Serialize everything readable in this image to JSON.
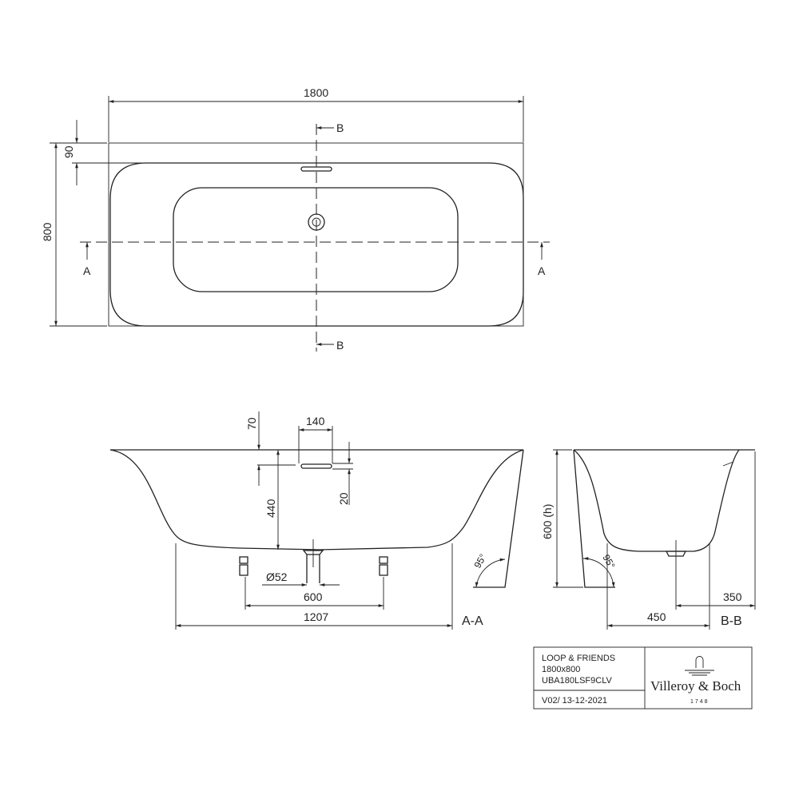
{
  "top_view": {
    "width_dim": "1800",
    "depth_dim": "800",
    "rim_dim": "90",
    "section_a": "A",
    "section_b": "B"
  },
  "section_aa": {
    "label": "A-A",
    "dim_70": "70",
    "dim_140": "140",
    "dim_20": "20",
    "dim_440": "440",
    "dim_drain": "Ø52",
    "dim_600": "600",
    "dim_1207": "1207",
    "angle": "95°"
  },
  "section_bb": {
    "label": "B-B",
    "dim_height": "600 (h)",
    "dim_450": "450",
    "dim_350": "350",
    "angle": "95°"
  },
  "title_block": {
    "product": "LOOP & FRIENDS",
    "size": "1800x800",
    "code": "UBA180LSF9CLV",
    "version": "V02/ 13-12-2021",
    "brand": "Villeroy & Boch",
    "brand_year": "1748"
  }
}
